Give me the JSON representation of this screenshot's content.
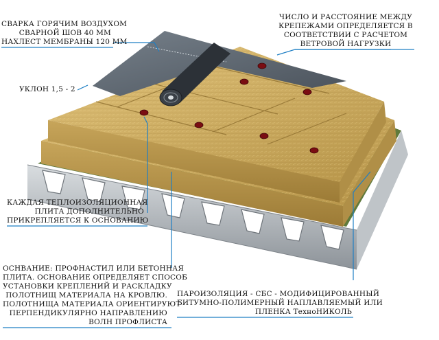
{
  "labels": {
    "weld": [
      "СВАРКА ГОРЯЧИМ ВОЗДУХОМ",
      "СВАРНОЙ ШОВ 40 ММ",
      "НАХЛЕСТ МЕМБРАНЫ 120 ММ"
    ],
    "fasteners": [
      "ЧИСЛО И РАССТОЯНИЕ МЕЖДУ",
      "КРЕПЕЖАМИ ОПРЕДЕЛЯЕТСЯ В",
      "СООТВЕТСТВИИ С РАСЧЕТОМ",
      "ВЕТРОВОЙ НАГРУЗКИ"
    ],
    "slope": [
      "УКЛОН 1,5 - 2"
    ],
    "insulation": [
      "КАЖДАЯ ТЕПЛОИЗОЛЯЦИОННАЯ",
      "ПЛИТА ДОПОЛНИТЕЛЬНО",
      "ПРИКРЕПЛЯЕТСЯ К ОСНОВАНИЮ"
    ],
    "base": [
      "ОСНВАНИЕ: ПРОФНАСТИЛ ИЛИ БЕТОННАЯ",
      "ПЛИТА. ОСНОВАНИЕ ОПРЕДЕЛЯЕТ СПОСОБ",
      "УСТАНОВКИ КРЕПЛЕНИЙ И РАСКЛАДКУ",
      "ПОЛОТНИЩ МАТЕРИАЛА НА КРОВЛЮ.",
      "ПОЛОТНИЩА МАТЕРИАЛА ОРИЕНТИРУЮТ",
      "ПЕРПЕНДИКУЛЯРНО НАПРАВЛЕНИЮ",
      "ВОЛН ПРОФЛИСТА"
    ],
    "vapor": [
      "ПАРОИЗОЛЯЦИЯ - СБС - МОДИФИЦИРОВАННЫЙ",
      "БИТУМНО-ПОЛИМЕРНЫЙ НАПЛАВЛЯЕМЫЙ ИЛИ",
      "ПЛЕНКА ТехноНИКОЛЬ"
    ]
  },
  "colors": {
    "leader": "#1f7fc4",
    "membrane": "#5d6670",
    "insulation": "#c9a85a",
    "fastener": "#7a0d12",
    "deck": "#a9aeb3"
  }
}
